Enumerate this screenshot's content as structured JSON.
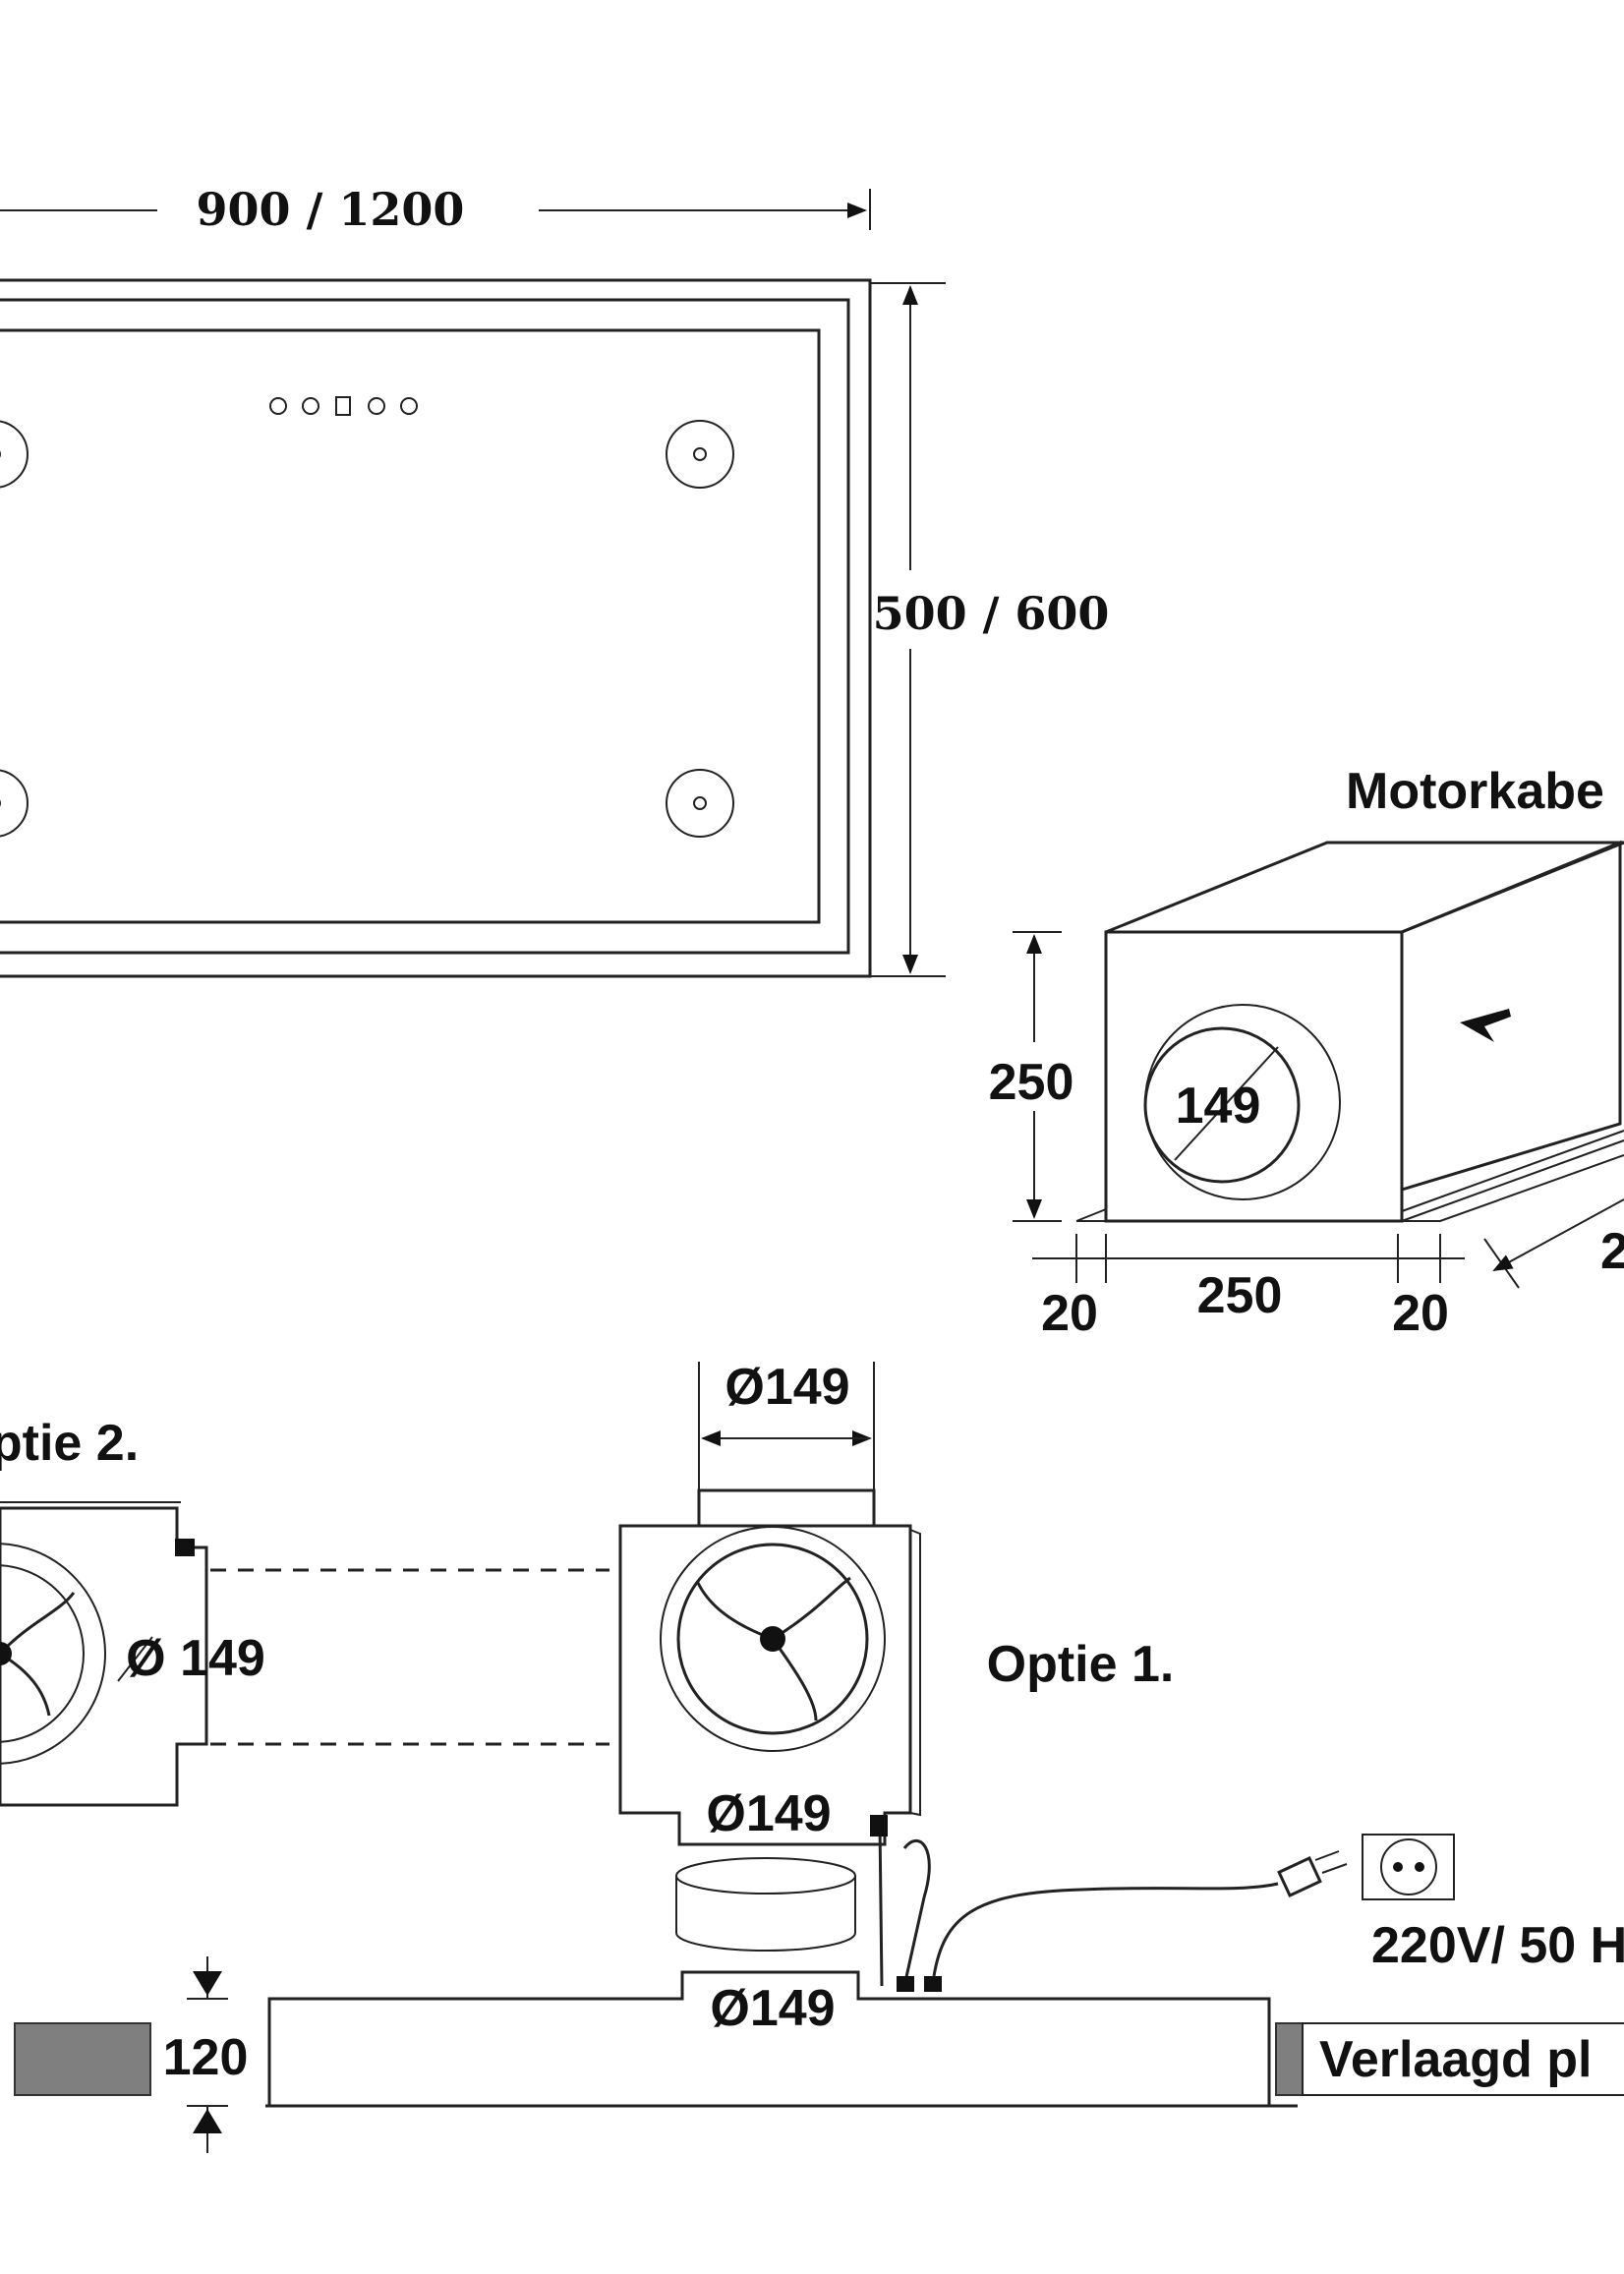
{
  "top_view": {
    "width_label": "900 / 1200",
    "depth_label": "500 / 600"
  },
  "motor_box": {
    "title": "Motorkabe",
    "height_label": "250",
    "diameter_label": "149",
    "flange_left_label": "20",
    "width_label": "250",
    "flange_right_label": "20",
    "depth_label_partial": "2"
  },
  "installation": {
    "option2_label": "ptie 2.",
    "option2_diameter": "Ø 149",
    "option1_label": "Optie 1.",
    "top_duct_diameter": "Ø149",
    "housing_outlet_diameter": "Ø149",
    "panel_diameter": "Ø149",
    "height_label": "120",
    "power_label": "220V/ 50 H",
    "ceiling_label": "Verlaagd pl"
  }
}
